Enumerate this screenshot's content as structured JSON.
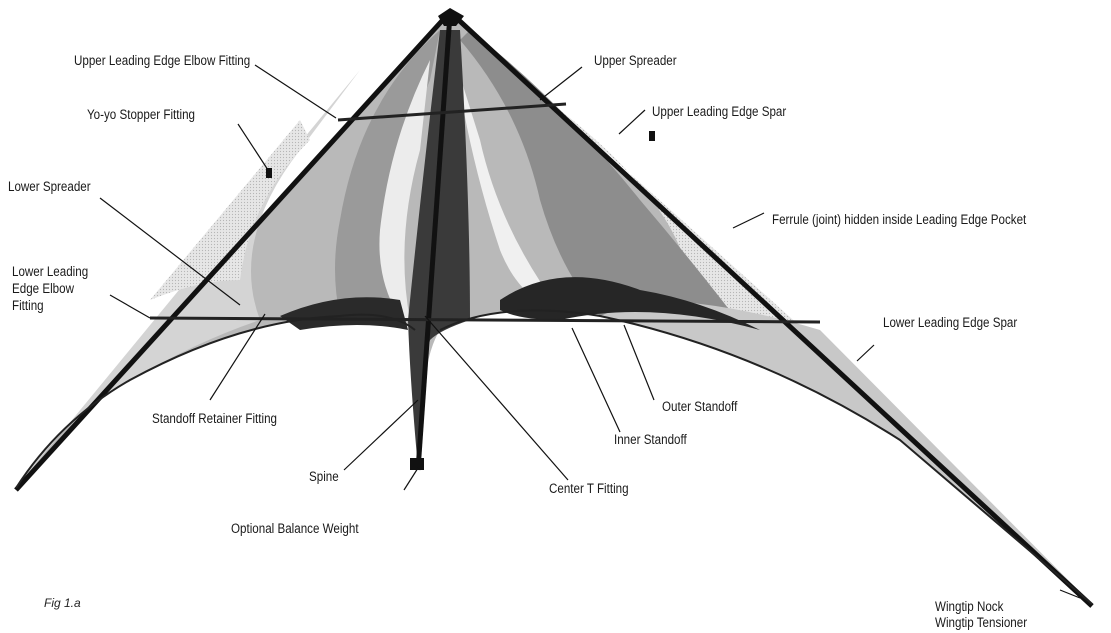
{
  "figure": {
    "caption": "Fig 1.a",
    "labels": {
      "upper_leading_edge_elbow_fitting": "Upper Leading Edge Elbow Fitting",
      "yoyo_stopper_fitting": "Yo-yo Stopper Fitting",
      "lower_spreader": "Lower Spreader",
      "lower_leading_edge_elbow_fitting": "Lower Leading\nEdge Elbow\nFitting",
      "standoff_retainer_fitting": "Standoff Retainer Fitting",
      "spine": "Spine",
      "optional_balance_weight": "Optional Balance Weight",
      "center_t_fitting": "Center T Fitting",
      "inner_standoff": "Inner Standoff",
      "outer_standoff": "Outer Standoff",
      "upper_spreader": "Upper Spreader",
      "upper_leading_edge_spar": "Upper Leading Edge Spar",
      "ferrule_joint": "Ferrule (joint) hidden inside Leading Edge Pocket",
      "lower_leading_edge_spar": "Lower Leading Edge Spar",
      "wingtip_nock": "Wingtip Nock",
      "wingtip_tensioner": "Wingtip Tensioner"
    }
  }
}
